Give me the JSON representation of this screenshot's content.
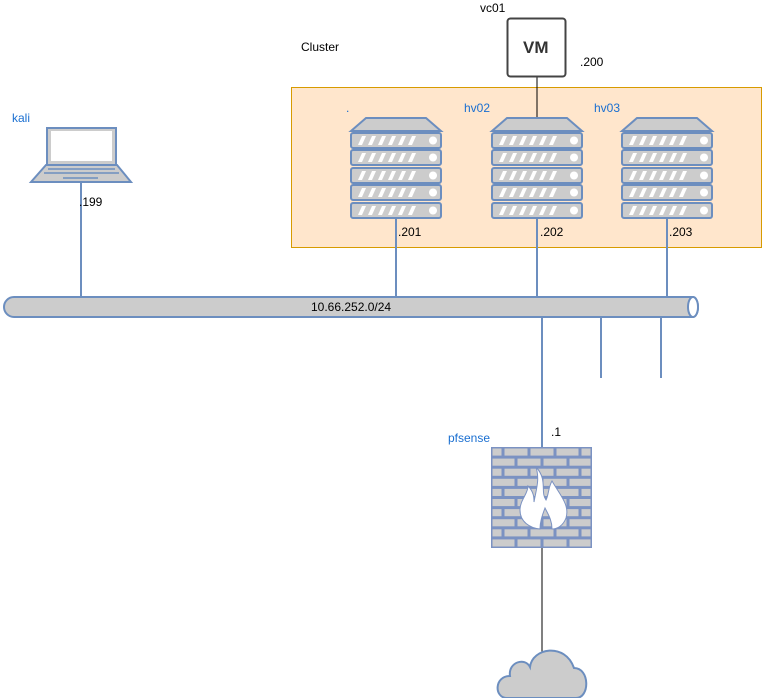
{
  "colors": {
    "cluster_fill": "#ffe6cc",
    "cluster_border": "#d79b00",
    "device_fill": "#cccccc",
    "device_stroke": "#6c8ebf",
    "label_blue": "#1a6fd1"
  },
  "vm": {
    "name": "vc01",
    "label": "VM",
    "ip": ".200"
  },
  "cluster": {
    "label": "Cluster"
  },
  "laptop": {
    "name": "kali",
    "ip": ".199",
    "icon": "laptop-icon"
  },
  "servers": [
    {
      "name": ".",
      "ip": ".201",
      "icon": "server-icon"
    },
    {
      "name": "hv02",
      "ip": ".202",
      "icon": "server-icon"
    },
    {
      "name": "hv03",
      "ip": ".203",
      "icon": "server-icon"
    }
  ],
  "network": {
    "label": "10.66.252.0/24"
  },
  "firewall": {
    "name": "pfsense",
    "ip": ".1",
    "icon": "firewall-icon"
  },
  "internet": {
    "icon": "cloud-icon"
  }
}
